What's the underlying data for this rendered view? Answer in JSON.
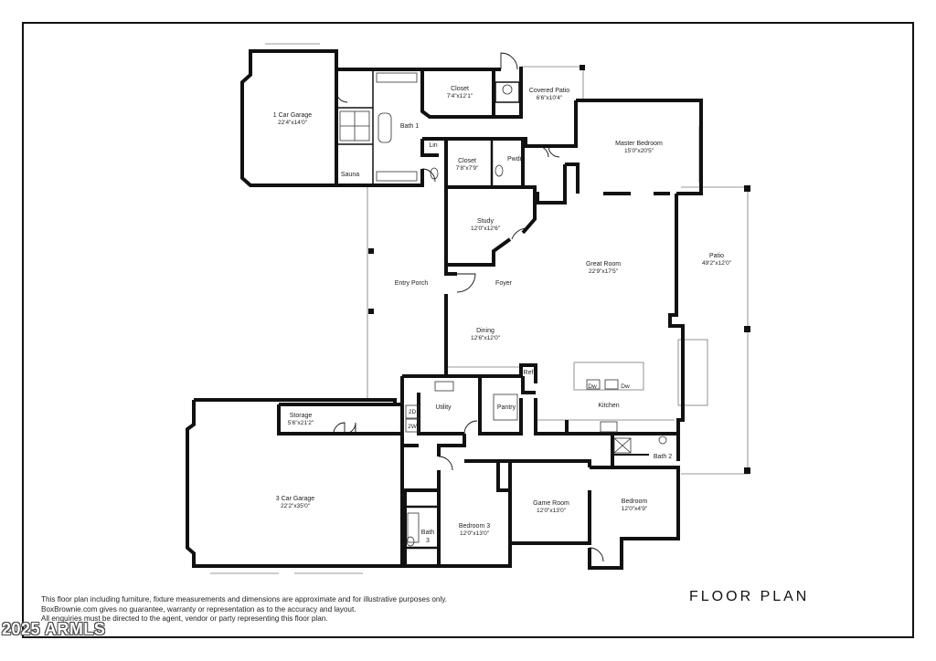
{
  "title": "FLOOR PLAN",
  "watermark": "2025 ARMLS",
  "disclaimer": [
    "This floor plan including furniture, fixture measurements and dimensions are approximate and for illustrative purposes only.",
    "BoxBrownie.com gives no guarantee, warranty or representation as to the accuracy and layout.",
    "All enquiries must be directed to the agent, vendor or party representing this floor plan."
  ],
  "rooms": {
    "garage_1": {
      "name": "1 Car Garage",
      "dims": "22'4\"x14'0\""
    },
    "bath_1": {
      "name": "Bath 1"
    },
    "sauna": {
      "name": "Sauna"
    },
    "closet_1": {
      "name": "Closet",
      "dims": "7'4\"x12'1\""
    },
    "closet_2": {
      "name": "Closet",
      "dims": "7'8\"x7'9\""
    },
    "linen": {
      "name": "Lin"
    },
    "powder": {
      "name": "Pwdr"
    },
    "covered_patio": {
      "name": "Covered Patio",
      "dims": "6'6\"x10'4\""
    },
    "master_bedroom": {
      "name": "Master Bedroom",
      "dims": "15'0\"x20'5\""
    },
    "study": {
      "name": "Study",
      "dims": "12'0\"x12'6\""
    },
    "entry_porch": {
      "name": "Entry Porch"
    },
    "foyer": {
      "name": "Foyer"
    },
    "great_room": {
      "name": "Great Room",
      "dims": "22'9\"x17'5\""
    },
    "patio": {
      "name": "Patio",
      "dims": "49'2\"x12'0\""
    },
    "dining": {
      "name": "Dining",
      "dims": "12'6\"x12'0\""
    },
    "refrigerator": {
      "name": "Ref"
    },
    "utility": {
      "name": "Utility"
    },
    "pantry": {
      "name": "Pantry"
    },
    "kitchen": {
      "name": "Kitchen"
    },
    "dryer": {
      "name": "2D"
    },
    "washer": {
      "name": "2W"
    },
    "storage": {
      "name": "Storage",
      "dims": "5'6\"x21'2\""
    },
    "garage_3": {
      "name": "3 Car Garage",
      "dims": "22'2\"x35'0\""
    },
    "bath_2": {
      "name": "Bath 2"
    },
    "game_room": {
      "name": "Game Room",
      "dims": "12'0\"x13'0\""
    },
    "bedroom": {
      "name": "Bedroom",
      "dims": "12'0\"x4'9\""
    },
    "bedroom_3": {
      "name": "Bedroom 3",
      "dims": "12'0\"x13'0\""
    },
    "bath_3": {
      "name": "Bath",
      "number": "3"
    }
  },
  "fixtures": {
    "dishwasher_1": "Dw",
    "dishwasher_2": "Dw"
  }
}
